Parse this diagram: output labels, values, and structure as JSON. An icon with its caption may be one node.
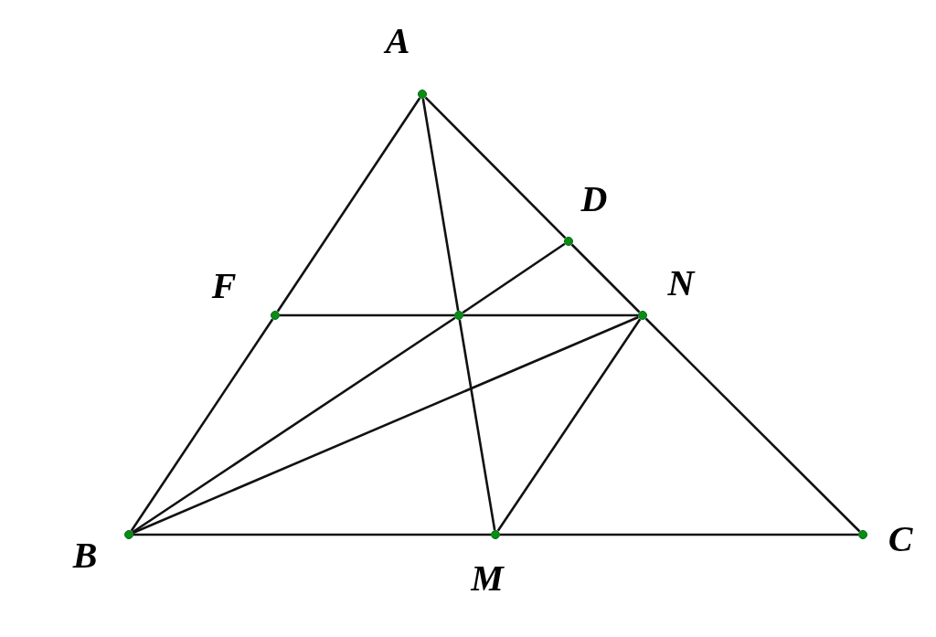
{
  "diagram": {
    "nodes": [
      {
        "text": [],
        "shape": "circle",
        "beside": [
          "A"
        ]
      },
      {
        "text": [],
        "shape": "circle",
        "beside": [
          "D"
        ]
      },
      {
        "text": [],
        "shape": "circle",
        "beside": [
          "F"
        ]
      },
      {
        "text": [],
        "shape": "circle"
      },
      {
        "text": [],
        "shape": "circle",
        "beside": [
          "N"
        ]
      },
      {
        "text": [],
        "shape": "circle",
        "beside": [
          "B"
        ]
      },
      {
        "text": [],
        "shape": "circle",
        "beside": [
          "M"
        ]
      },
      {
        "text": [],
        "shape": "circle",
        "beside": [
          "C"
        ]
      }
    ],
    "edges": [
      {
        "from": 0,
        "to": 2,
        "arrow": "none"
      },
      {
        "from": 2,
        "to": 5,
        "arrow": "none"
      },
      {
        "from": 0,
        "to": 1,
        "arrow": "none"
      },
      {
        "from": 1,
        "to": 4,
        "arrow": "none"
      },
      {
        "from": 4,
        "to": 7,
        "arrow": "none"
      },
      {
        "from": 5,
        "to": 6,
        "arrow": "none"
      },
      {
        "from": 6,
        "to": 7,
        "arrow": "none"
      },
      {
        "from": 2,
        "to": 3,
        "arrow": "none"
      },
      {
        "from": 3,
        "to": 4,
        "arrow": "none"
      },
      {
        "from": 0,
        "to": 3,
        "arrow": "none"
      },
      {
        "from": 3,
        "to": 6,
        "arrow": "none"
      },
      {
        "from": 5,
        "to": 3,
        "arrow": "none"
      },
      {
        "from": 3,
        "to": 1,
        "arrow": "none"
      },
      {
        "from": 5,
        "to": 4,
        "arrow": "none"
      },
      {
        "from": 4,
        "to": 6,
        "arrow": "none"
      }
    ]
  }
}
